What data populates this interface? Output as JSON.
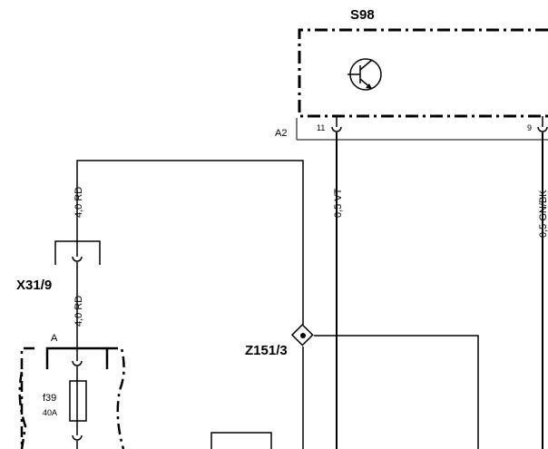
{
  "components": {
    "s98": {
      "id": "S98",
      "device": "A2",
      "pin_left": "11",
      "pin_right": "9",
      "symbol": "transistor-icon"
    },
    "x31_9": {
      "id": "X31/9"
    },
    "z151_3": {
      "id": "Z151/3"
    },
    "f39": {
      "id": "f39",
      "rating": "40A",
      "connector": "A"
    }
  },
  "wires": {
    "upper_red": "4,0 RD",
    "lower_red": "4,0 RD",
    "violet": "0,5 VT",
    "green_black": "0,5 GN/BK"
  }
}
